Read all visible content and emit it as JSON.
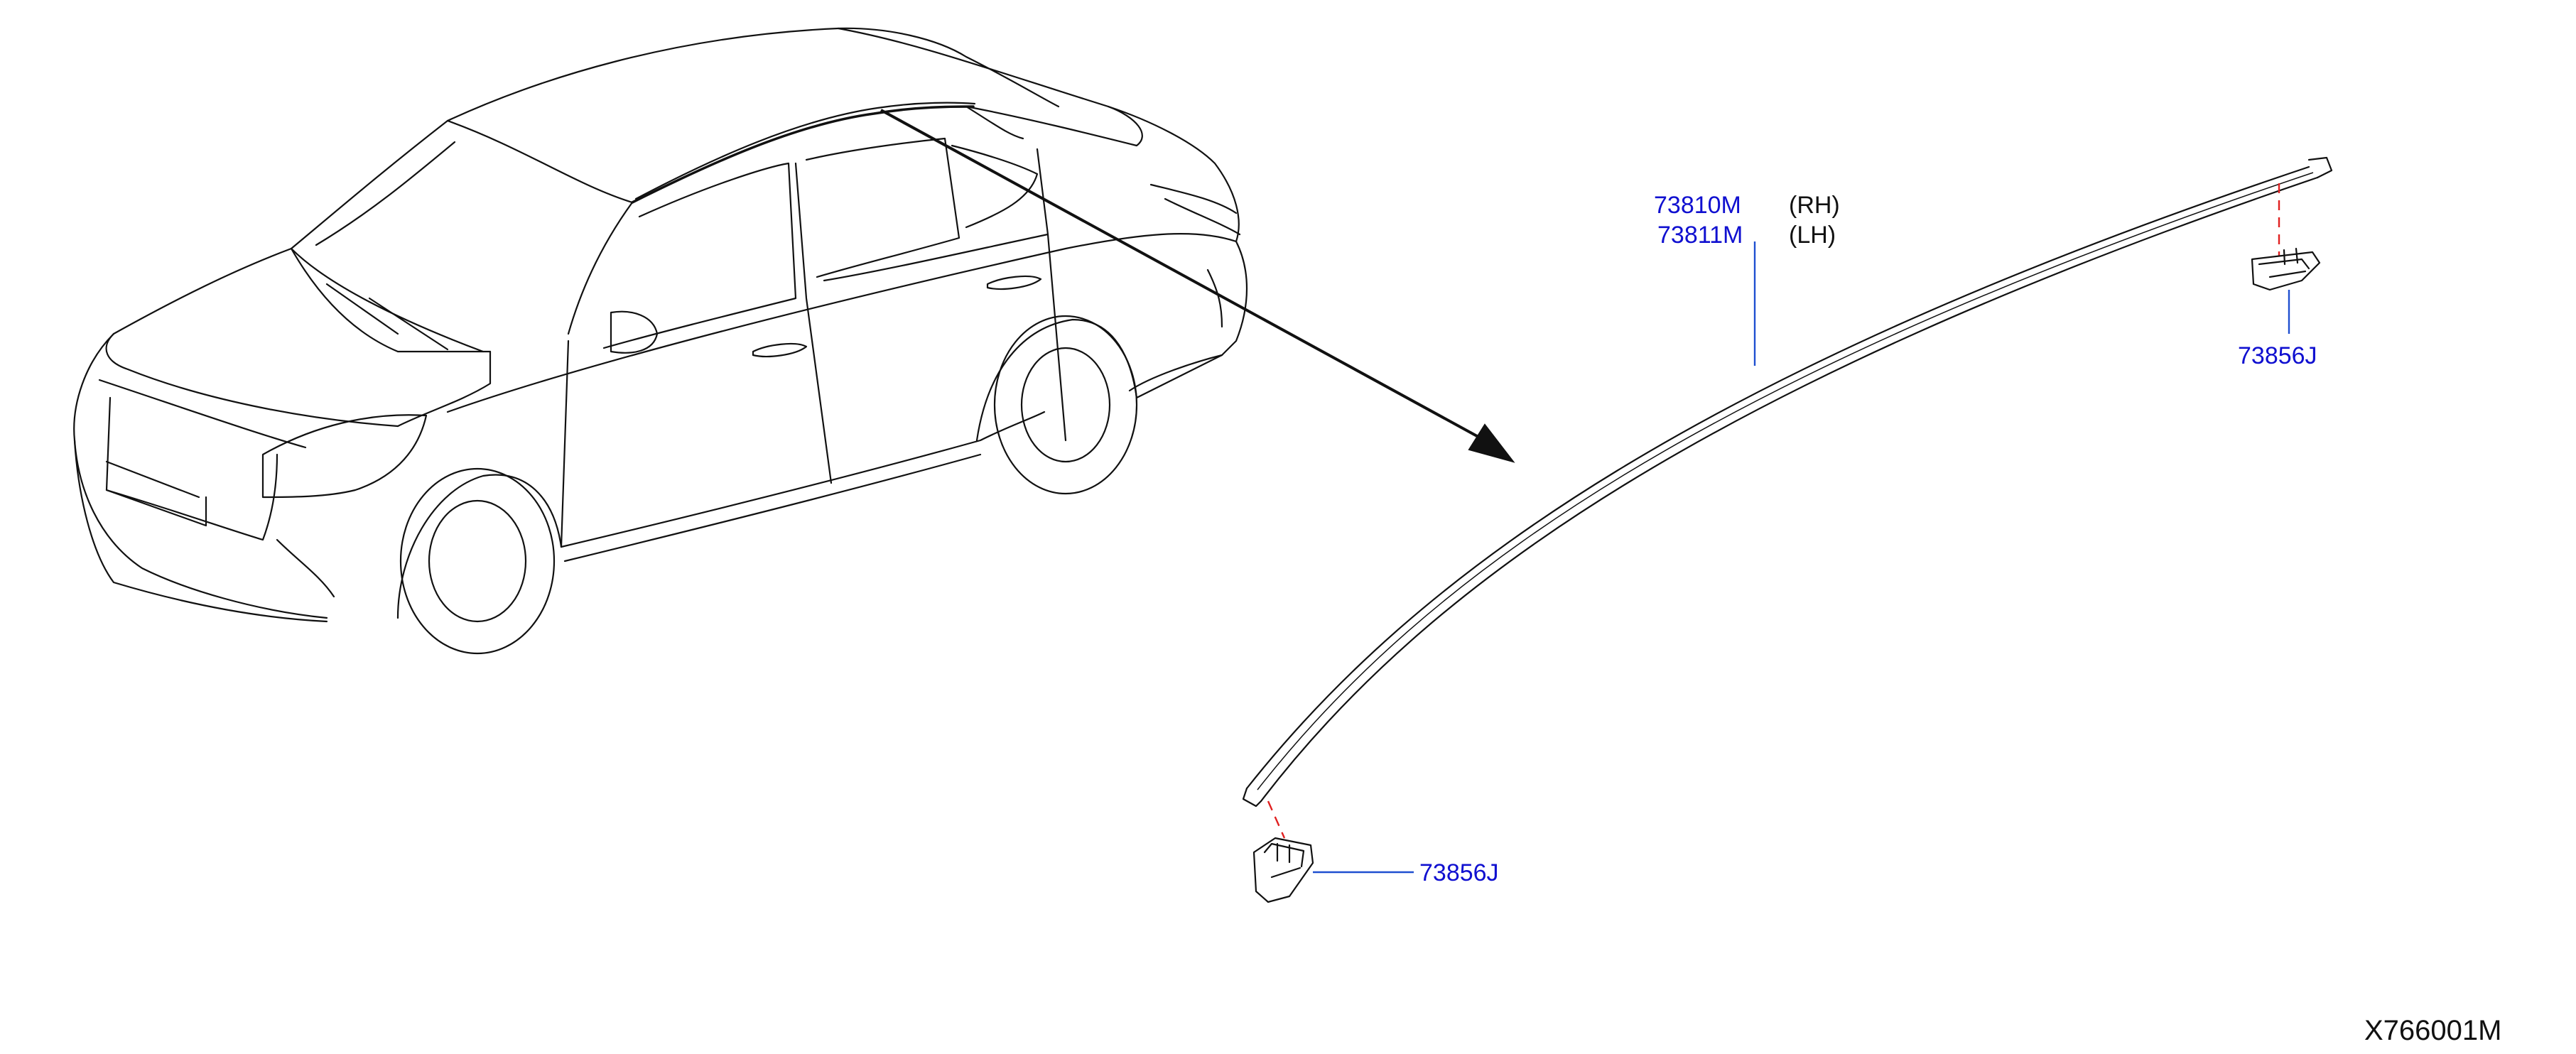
{
  "diagram": {
    "parts": [
      {
        "number": "73810M",
        "side": "(RH)"
      },
      {
        "number": "73811M",
        "side": "(LH)"
      }
    ],
    "clip_top": "73856J",
    "clip_bottom": "73856J",
    "figure_id": "X766001M"
  }
}
